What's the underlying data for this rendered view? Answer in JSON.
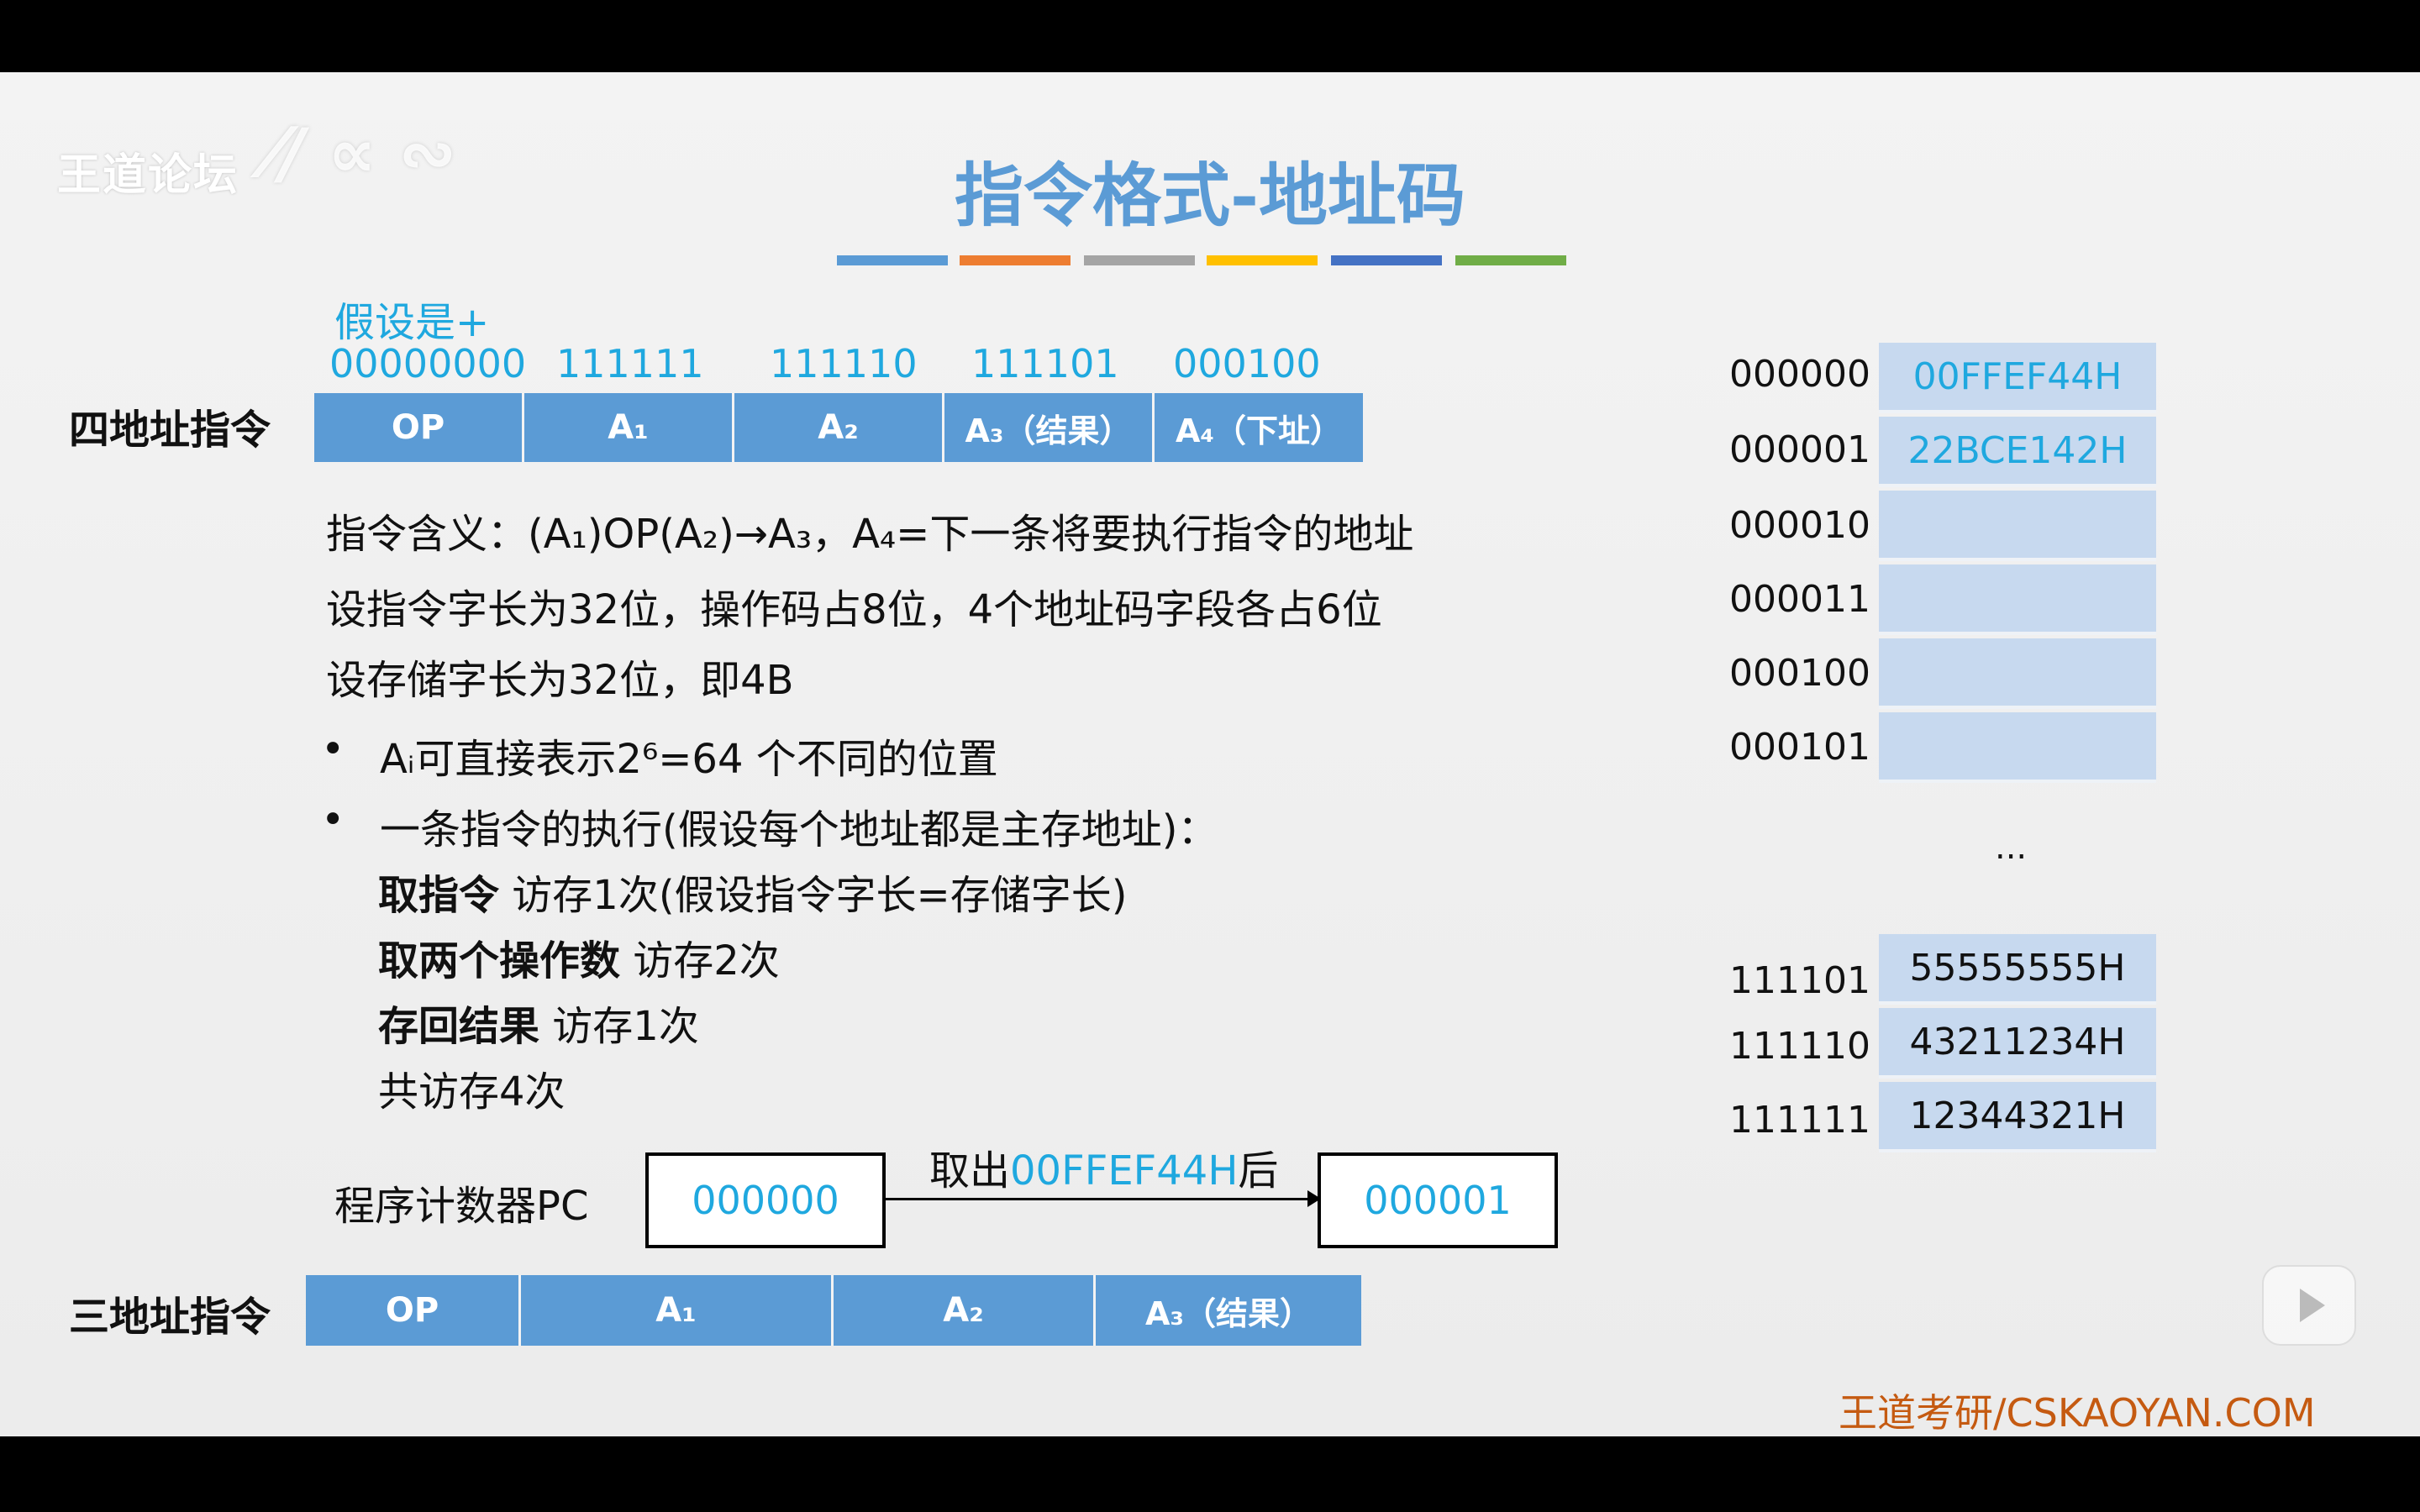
{
  "watermark": "王道论坛",
  "title": "指令格式-地址码",
  "title_bars": [
    "#5b9bd5",
    "#ed7d31",
    "#a5a5a5",
    "#ffc000",
    "#4472c4",
    "#70ad47"
  ],
  "four_addr": {
    "assume": "假设是+",
    "codes": [
      "00000000",
      "111111",
      "111110",
      "111101",
      "000100"
    ],
    "label": "四地址指令",
    "segments": [
      "OP",
      "A₁",
      "A₂",
      "A₃（结果）",
      "A₄（下址）"
    ]
  },
  "meaning": "指令含义：(A₁)OP(A₂)→A₃，A₄=下一条将要执行指令的地址",
  "word_len": "设指令字长为32位，操作码占8位，4个地址码字段各占6位",
  "storage_len": "设存储字长为32位，即4B",
  "bullets": {
    "b1": "Aᵢ可直接表示2⁶=64 个不同的位置",
    "b2": "一条指令的执行(假设每个地址都是主存地址)：",
    "fetch_bold": "取指令",
    "fetch_rest": " 访存1次(假设指令字长=存储字长)",
    "operand_bold": "取两个操作数",
    "operand_rest": " 访存2次",
    "store_bold": "存回结果",
    "store_rest": " 访存1次",
    "total": "共访存4次"
  },
  "pc": {
    "label": "程序计数器PC",
    "before": "000000",
    "arrow_pre": "取出",
    "arrow_val": "00FFEF44H",
    "arrow_post": "后",
    "after": "000001"
  },
  "three_addr": {
    "label": "三地址指令",
    "segments": [
      "OP",
      "A₁",
      "A₂",
      "A₃（结果）"
    ]
  },
  "memory": {
    "top": [
      {
        "addr": "000000",
        "val": "00FFEF44H"
      },
      {
        "addr": "000001",
        "val": "22BCE142H"
      },
      {
        "addr": "000010",
        "val": ""
      },
      {
        "addr": "000011",
        "val": ""
      },
      {
        "addr": "000100",
        "val": ""
      },
      {
        "addr": "000101",
        "val": ""
      }
    ],
    "ellipsis": "...",
    "bottom": [
      {
        "addr": "111101",
        "val": "55555555H"
      },
      {
        "addr": "111110",
        "val": "43211234H"
      },
      {
        "addr": "111111",
        "val": "12344321H"
      }
    ]
  },
  "footer": "王道考研/CSKAOYAN.COM"
}
